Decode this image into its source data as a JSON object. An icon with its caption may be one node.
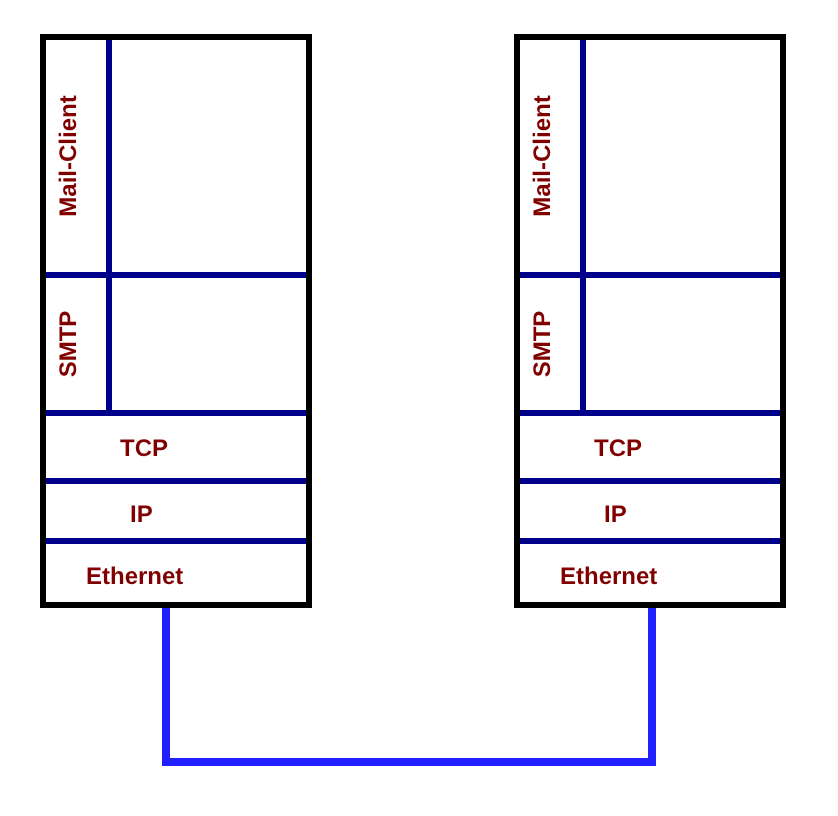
{
  "diagram": {
    "nodes": [
      {
        "text": [],
        "shape": "box"
      },
      {
        "text": [
          "Mail-Client"
        ],
        "in": 0
      },
      {
        "text": [
          "SMTP"
        ],
        "in": 0
      },
      {
        "text": [
          "TCP"
        ],
        "in": 0
      },
      {
        "text": [
          "IP"
        ],
        "in": 0
      },
      {
        "text": [
          "Ethernet"
        ],
        "in": 0
      },
      {
        "text": [],
        "shape": "box"
      },
      {
        "text": [
          "Mail-Client"
        ],
        "in": 6
      },
      {
        "text": [
          "SMTP"
        ],
        "in": 6
      },
      {
        "text": [
          "TCP"
        ],
        "in": 6
      },
      {
        "text": [
          "IP"
        ],
        "in": 6
      },
      {
        "text": [
          "Ethernet"
        ],
        "in": 6
      }
    ],
    "edges": [
      {
        "from": 5,
        "to": 11,
        "arrow": "none",
        "color": "#1f1fff"
      }
    ]
  }
}
